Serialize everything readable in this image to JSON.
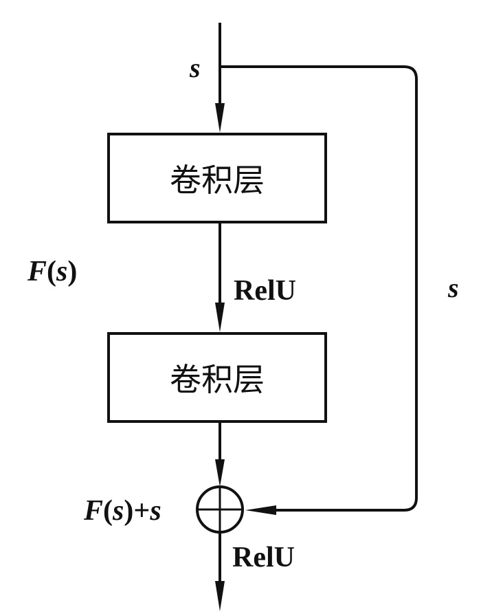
{
  "diagram": {
    "type": "residual-block",
    "colors": {
      "stroke": "#111111",
      "background": "#ffffff"
    },
    "input_label": "s",
    "skip_label": "s",
    "residual_label": "F(s)",
    "residual_label_parts": {
      "func": "F",
      "open": "(",
      "arg": "s",
      "close": ")"
    },
    "sum_label": "F(s)+s",
    "sum_label_parts": {
      "func": "F",
      "open": "(",
      "arg": "s",
      "close": ")",
      "plus": "+",
      "arg2": "s"
    },
    "blocks": [
      {
        "label": "卷积层"
      },
      {
        "label": "卷积层"
      }
    ],
    "activations": [
      {
        "label": "RelU"
      },
      {
        "label": "RelU"
      }
    ],
    "sum_node": {
      "symbol": "circle-plus"
    }
  }
}
